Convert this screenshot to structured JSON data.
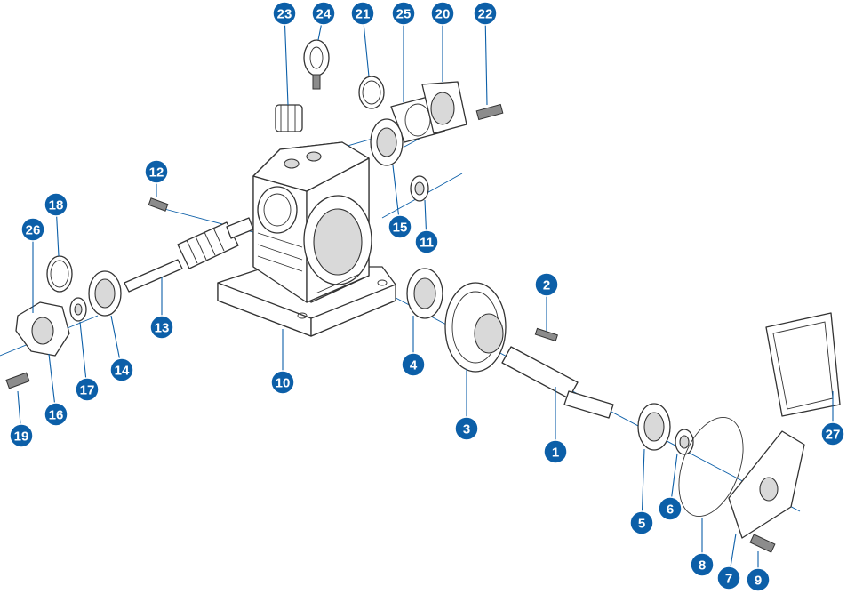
{
  "colors": {
    "callout": "#0c5fa8",
    "line": "#333333",
    "shade": "#d9d9d9"
  },
  "callouts": [
    {
      "id": "c1",
      "label": "1"
    },
    {
      "id": "c2",
      "label": "2"
    },
    {
      "id": "c3",
      "label": "3"
    },
    {
      "id": "c4",
      "label": "4"
    },
    {
      "id": "c5",
      "label": "5"
    },
    {
      "id": "c6",
      "label": "6"
    },
    {
      "id": "c7",
      "label": "7"
    },
    {
      "id": "c8",
      "label": "8"
    },
    {
      "id": "c9",
      "label": "9"
    },
    {
      "id": "c10",
      "label": "10"
    },
    {
      "id": "c11",
      "label": "11"
    },
    {
      "id": "c12",
      "label": "12"
    },
    {
      "id": "c13",
      "label": "13"
    },
    {
      "id": "c14",
      "label": "14"
    },
    {
      "id": "c15",
      "label": "15"
    },
    {
      "id": "c16",
      "label": "16"
    },
    {
      "id": "c17",
      "label": "17"
    },
    {
      "id": "c18",
      "label": "18"
    },
    {
      "id": "c19",
      "label": "19"
    },
    {
      "id": "c20",
      "label": "20"
    },
    {
      "id": "c21",
      "label": "21"
    },
    {
      "id": "c22",
      "label": "22"
    },
    {
      "id": "c23",
      "label": "23"
    },
    {
      "id": "c24",
      "label": "24"
    },
    {
      "id": "c25",
      "label": "25"
    },
    {
      "id": "c26",
      "label": "26"
    },
    {
      "id": "c27",
      "label": "27"
    }
  ]
}
